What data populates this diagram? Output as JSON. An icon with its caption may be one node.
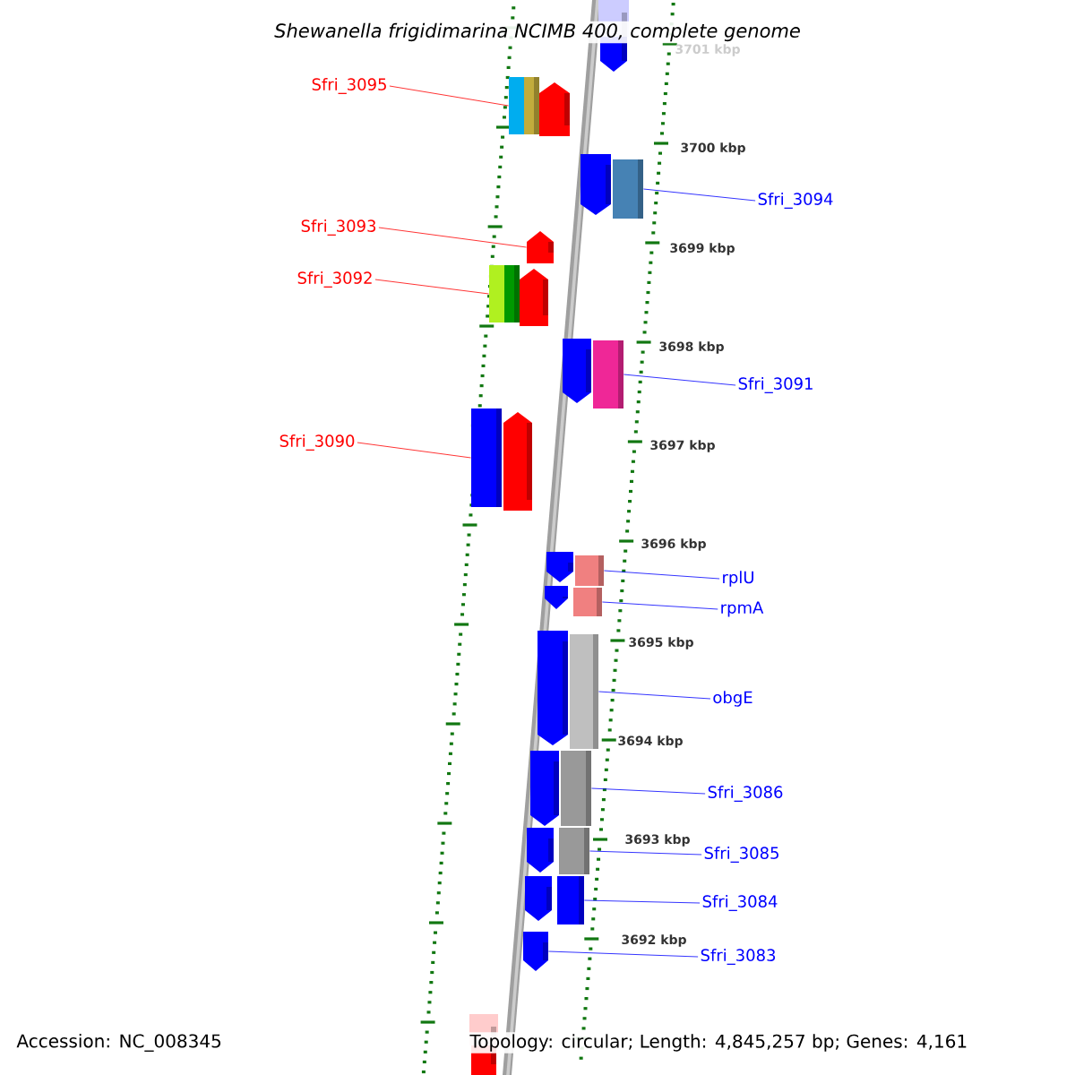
{
  "diagram": {
    "title": "Shewanella frigidimarina NCIMB 400, complete genome",
    "nodes": [
      {
        "text": [
          "Sfri_3095"
        ]
      },
      {
        "text": [
          "Sfri_3094"
        ]
      },
      {
        "text": [
          "Sfri_3093"
        ]
      },
      {
        "text": [
          "Sfri_3092"
        ]
      },
      {
        "text": [
          "Sfri_3091"
        ]
      },
      {
        "text": [
          "Sfri_3090"
        ]
      },
      {
        "text": [
          "rplU"
        ]
      },
      {
        "text": [
          "rpmA"
        ]
      },
      {
        "text": [
          "obgE"
        ]
      },
      {
        "text": [
          "Sfri_3086"
        ]
      },
      {
        "text": [
          "Sfri_3085"
        ]
      },
      {
        "text": [
          "Sfri_3084"
        ]
      },
      {
        "text": [
          "Sfri_3083"
        ]
      },
      {
        "text": [],
        "shape": "arrow"
      },
      {
        "text": [],
        "shape": "bar"
      },
      {
        "text": [],
        "shape": "arrow"
      },
      {
        "text": [],
        "shape": "arrow"
      },
      {
        "text": [],
        "shape": "bar"
      },
      {
        "text": [],
        "shape": "arrow"
      },
      {
        "text": [],
        "shape": "bar"
      },
      {
        "text": [],
        "shape": "arrow"
      },
      {
        "text": [],
        "shape": "arrow"
      },
      {
        "text": [],
        "shape": "bar"
      },
      {
        "text": [],
        "shape": "bar"
      },
      {
        "text": [],
        "shape": "arrow"
      },
      {
        "text": [],
        "shape": "arrow"
      },
      {
        "text": [],
        "shape": "bar"
      },
      {
        "text": [],
        "shape": "arrow"
      },
      {
        "text": [],
        "shape": "bar"
      },
      {
        "text": [],
        "shape": "arrow"
      },
      {
        "text": [],
        "shape": "bar"
      },
      {
        "text": [],
        "shape": "arrow"
      },
      {
        "text": [],
        "shape": "bar"
      },
      {
        "text": [],
        "shape": "arrow"
      },
      {
        "text": [],
        "shape": "bar"
      },
      {
        "text": [],
        "shape": "arrow"
      },
      {
        "text": [],
        "shape": "bar"
      },
      {
        "text": [],
        "shape": "arrow"
      },
      {
        "text": [],
        "shape": "arrow"
      }
    ],
    "edges": [
      {
        "from": 0,
        "to": 14,
        "arrow": "none",
        "color": "#ff0000"
      },
      {
        "from": 1,
        "to": 17,
        "arrow": "none"
      },
      {
        "from": 2,
        "to": 18,
        "arrow": "none",
        "color": "#ff0000"
      },
      {
        "from": 3,
        "to": 19,
        "arrow": "none",
        "color": "#ff0000"
      },
      {
        "from": 4,
        "to": 22,
        "arrow": "none"
      },
      {
        "from": 5,
        "to": 23,
        "arrow": "none",
        "color": "#ff0000"
      },
      {
        "from": 6,
        "to": 26,
        "arrow": "none"
      },
      {
        "from": 7,
        "to": 28,
        "arrow": "none"
      },
      {
        "from": 8,
        "to": 30,
        "arrow": "none"
      },
      {
        "from": 9,
        "to": 32,
        "arrow": "none"
      },
      {
        "from": 10,
        "to": 34,
        "arrow": "none"
      },
      {
        "from": 11,
        "to": 36,
        "arrow": "none"
      },
      {
        "from": 12,
        "to": 37,
        "arrow": "none"
      }
    ],
    "labels": [
      "3701 kbp",
      "3700 kbp",
      "3699 kbp",
      "3698 kbp",
      "3697 kbp",
      "3696 kbp",
      "3695 kbp",
      "3694 kbp",
      "3693 kbp",
      "3692 kbp",
      "Accession: NC_008345",
      "Topology: circular; Length: 4,845,257 bp; Genes: 4,161"
    ]
  }
}
